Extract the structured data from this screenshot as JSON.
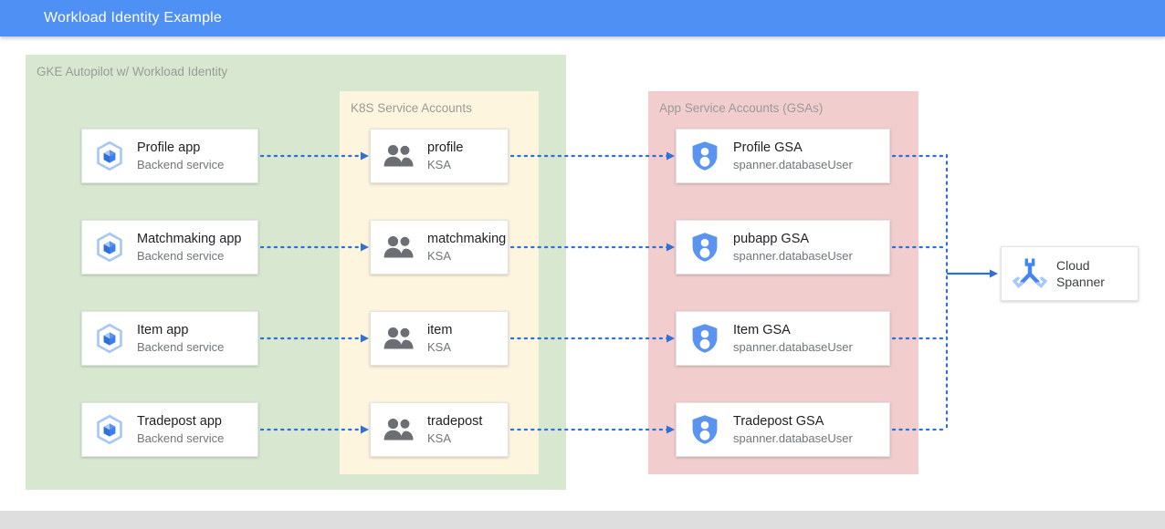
{
  "window": {
    "title": "Workload Identity Example",
    "title_bar_color": "#4f90f5",
    "footer_color": "#dedede"
  },
  "groups": {
    "gke": {
      "label": "GKE Autopilot w/ Workload Identity",
      "color": "#d8e8d0"
    },
    "ksa": {
      "label": "K8S Service Accounts",
      "color": "#fdf5dd"
    },
    "gsa": {
      "label": "App Service Accounts (GSAs)",
      "color": "#f1cecd"
    }
  },
  "apps": [
    {
      "title": "Profile app",
      "sub": "Backend service",
      "icon": "gke-app-icon"
    },
    {
      "title": "Matchmaking app",
      "sub": "Backend service",
      "icon": "gke-app-icon"
    },
    {
      "title": "Item app",
      "sub": "Backend service",
      "icon": "gke-app-icon"
    },
    {
      "title": "Tradepost app",
      "sub": "Backend service",
      "icon": "gke-app-icon"
    }
  ],
  "ksas": [
    {
      "title": "profile",
      "sub": "KSA",
      "icon": "people-icon"
    },
    {
      "title": "matchmaking",
      "sub": "KSA",
      "icon": "people-icon"
    },
    {
      "title": "item",
      "sub": "KSA",
      "icon": "people-icon"
    },
    {
      "title": "tradepost",
      "sub": "KSA",
      "icon": "people-icon"
    }
  ],
  "gsas": [
    {
      "title": "Profile GSA",
      "sub": "spanner.databaseUser",
      "icon": "shield-person-icon"
    },
    {
      "title": "pubapp GSA",
      "sub": "spanner.databaseUser",
      "icon": "shield-person-icon"
    },
    {
      "title": "Item GSA",
      "sub": "spanner.databaseUser",
      "icon": "shield-person-icon"
    },
    {
      "title": "Tradepost GSA",
      "sub": "spanner.databaseUser",
      "icon": "shield-person-icon"
    }
  ],
  "spanner": {
    "line1": "Cloud",
    "line2": "Spanner",
    "icon": "cloud-spanner-icon"
  },
  "connector_color": "#2f6fd8",
  "icon_colors": {
    "gke_hex": "#a6c7f5",
    "gke_cube": "#3d7ee8",
    "people": "#6b6f73",
    "shield": "#5a94f0",
    "spanner": "#4285f4"
  }
}
